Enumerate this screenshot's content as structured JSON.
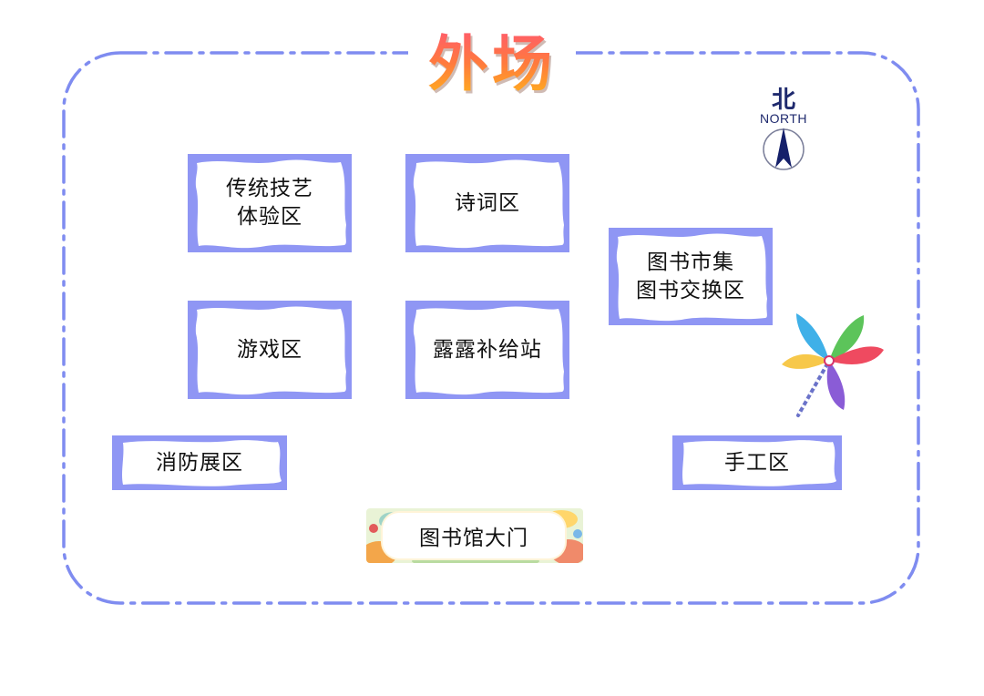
{
  "map_title": "外场",
  "compass": {
    "label_cn": "北",
    "label_en": "NORTH",
    "icon": "north-arrow-icon"
  },
  "zones": {
    "traditional_crafts": "传统技艺\n体验区",
    "poetry": "诗词区",
    "book_market": "图书市集\n图书交换区",
    "games": "游戏区",
    "supply_station": "露露补给站",
    "fire_safety": "消防展区",
    "handicraft": "手工区"
  },
  "entrance": "图书馆大门",
  "decorations": {
    "pinwheel": "pinwheel-icon"
  },
  "colors": {
    "frame_dash": "#7f8cf0",
    "zone_border": "#8f96f4",
    "title_gradient": [
      "#ff5a6e",
      "#ff7a3d",
      "#ffb21c"
    ],
    "compass": "#1f2a6e"
  }
}
